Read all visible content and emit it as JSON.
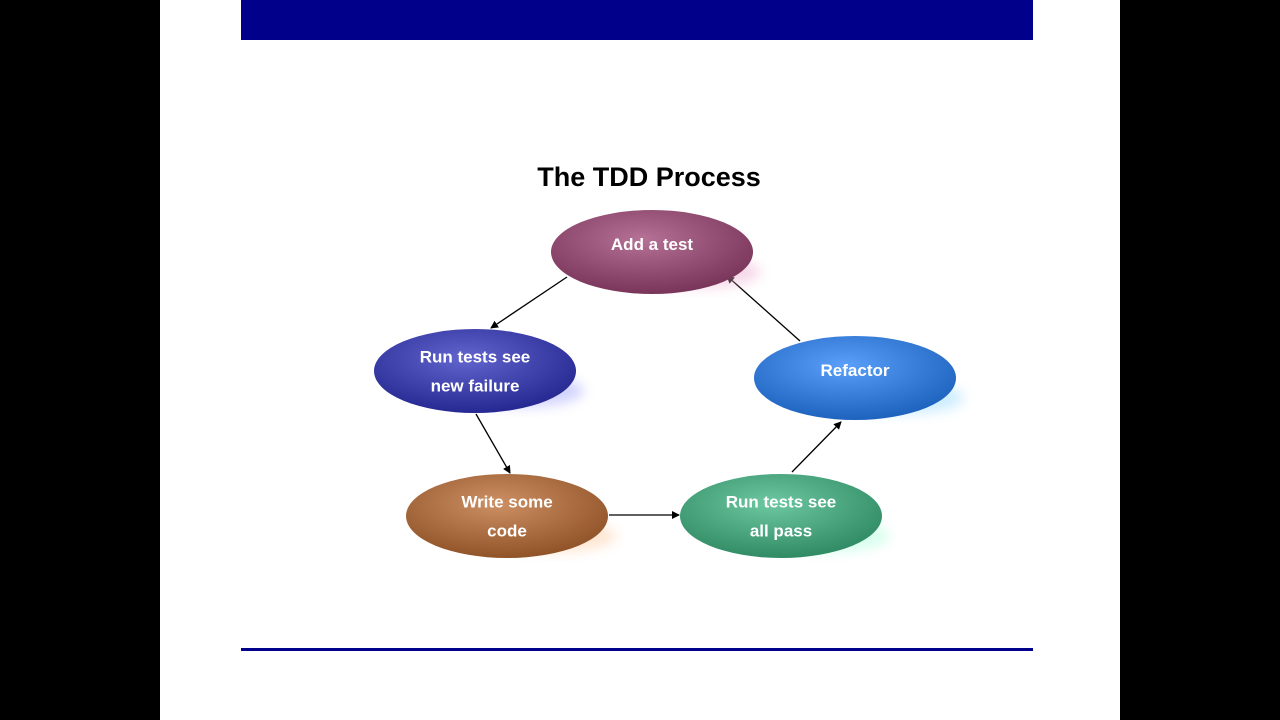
{
  "slide": {
    "title": "The TDD Process",
    "header_bar_color": "#00008b",
    "footer_rule_color": "#00008b",
    "background": "#ffffff"
  },
  "diagram": {
    "nodes": [
      {
        "id": "add",
        "lines": [
          "Add a test"
        ],
        "color": "#8e4a6e"
      },
      {
        "id": "fail",
        "lines": [
          "Run tests see",
          "new failure"
        ],
        "color": "#3b3da6"
      },
      {
        "id": "code",
        "lines": [
          "Write some",
          "code"
        ],
        "color": "#a5683c"
      },
      {
        "id": "pass",
        "lines": [
          "Run tests see",
          "all pass"
        ],
        "color": "#45a07a"
      },
      {
        "id": "refactor",
        "lines": [
          "Refactor"
        ],
        "color": "#3278d2"
      }
    ],
    "edges": [
      {
        "from": "add",
        "to": "fail"
      },
      {
        "from": "fail",
        "to": "code"
      },
      {
        "from": "code",
        "to": "pass"
      },
      {
        "from": "pass",
        "to": "refactor"
      },
      {
        "from": "refactor",
        "to": "add"
      }
    ]
  }
}
